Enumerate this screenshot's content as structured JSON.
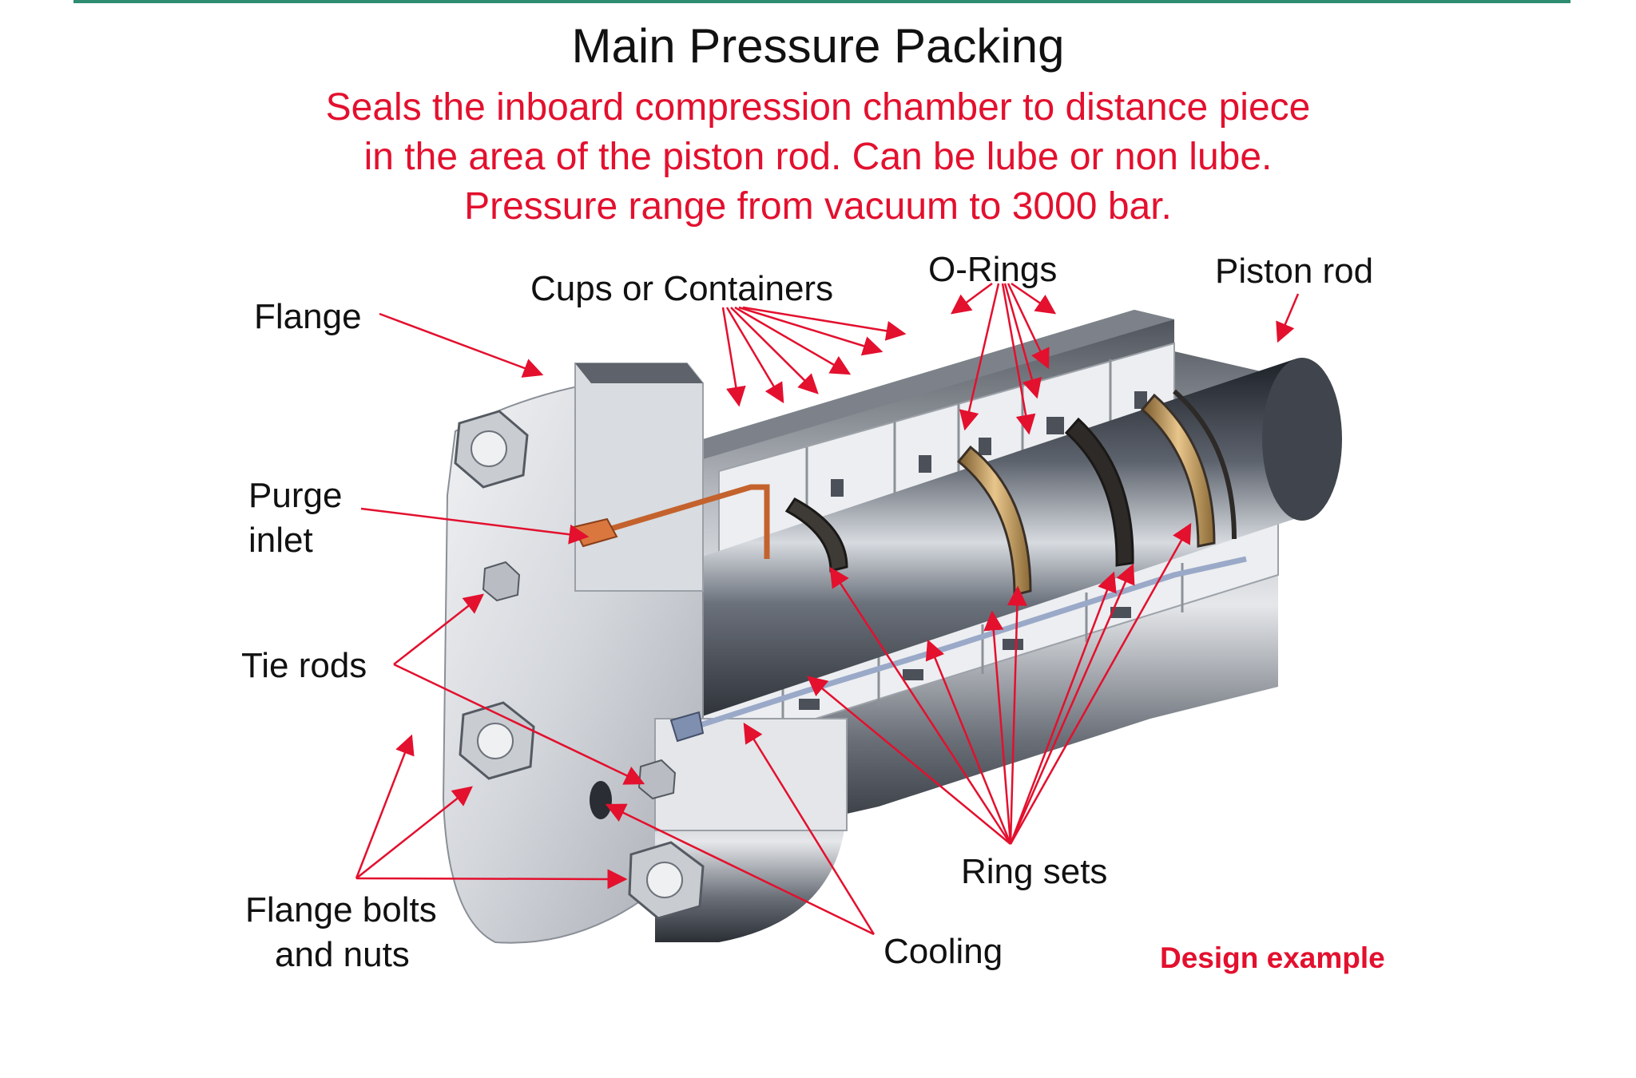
{
  "title": "Main Pressure Packing",
  "subtitle_lines": [
    "Seals the inboard compression chamber to distance piece",
    "in the area of the piston rod. Can be lube or non lube.",
    "Pressure range from vacuum to 3000 bar."
  ],
  "labels": {
    "flange": "Flange",
    "cups": "Cups or Containers",
    "orings": "O-Rings",
    "piston_rod": "Piston rod",
    "purge_line1": "Purge",
    "purge_line2": "inlet",
    "tie_rods": "Tie rods",
    "flange_bolts_line1": "Flange bolts",
    "flange_bolts_line2": "and nuts",
    "ring_sets": "Ring sets",
    "cooling": "Cooling",
    "design_example": "Design example"
  },
  "colors": {
    "accent_red": "#e3102e",
    "rule_green": "#2e8c70",
    "text": "#111111"
  }
}
